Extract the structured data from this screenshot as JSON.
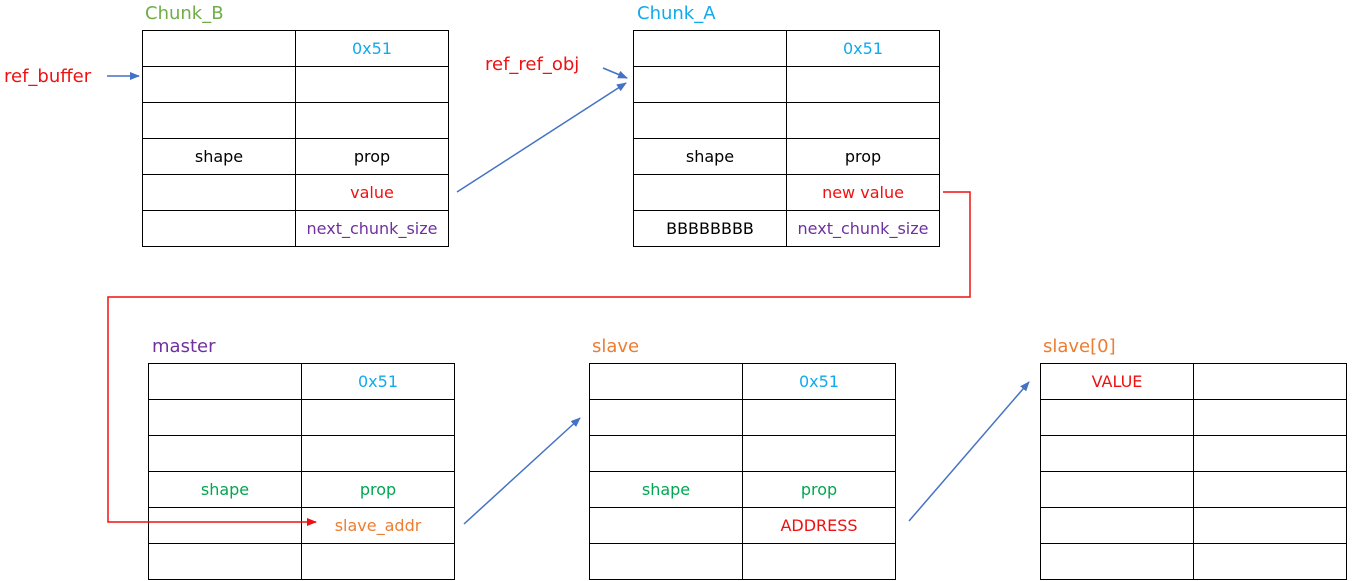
{
  "colors": {
    "black": "#000000",
    "red": "#ee1111",
    "blue": "#11aaee",
    "purple": "#7030a0",
    "green": "#00a651",
    "orange": "#ed7d31",
    "title_green": "#70ad47",
    "arrow_blue": "#4472c4",
    "arrow_red": "#ee1111"
  },
  "labels": {
    "ref_buffer": "ref_buffer",
    "ref_ref_obj": "ref_ref_obj"
  },
  "chunks": [
    {
      "id": "chunk_b",
      "title": "Chunk_B",
      "title_color": "title_green",
      "rows": [
        [
          {
            "text": "",
            "color": "black"
          },
          {
            "text": "0x51",
            "color": "blue"
          }
        ],
        [
          {
            "text": "",
            "color": "black"
          },
          {
            "text": "",
            "color": "black"
          }
        ],
        [
          {
            "text": "",
            "color": "black"
          },
          {
            "text": "",
            "color": "black"
          }
        ],
        [
          {
            "text": "shape",
            "color": "black"
          },
          {
            "text": "prop",
            "color": "black"
          }
        ],
        [
          {
            "text": "",
            "color": "black"
          },
          {
            "text": "value",
            "color": "red"
          }
        ],
        [
          {
            "text": "",
            "color": "black"
          },
          {
            "text": "next_chunk_size",
            "color": "purple"
          }
        ]
      ]
    },
    {
      "id": "chunk_a",
      "title": "Chunk_A",
      "title_color": "blue",
      "rows": [
        [
          {
            "text": "",
            "color": "black"
          },
          {
            "text": "0x51",
            "color": "blue"
          }
        ],
        [
          {
            "text": "",
            "color": "black"
          },
          {
            "text": "",
            "color": "black"
          }
        ],
        [
          {
            "text": "",
            "color": "black"
          },
          {
            "text": "",
            "color": "black"
          }
        ],
        [
          {
            "text": "shape",
            "color": "black"
          },
          {
            "text": "prop",
            "color": "black"
          }
        ],
        [
          {
            "text": "",
            "color": "black"
          },
          {
            "text": "new value",
            "color": "red"
          }
        ],
        [
          {
            "text": "BBBBBBBB",
            "color": "black"
          },
          {
            "text": "next_chunk_size",
            "color": "purple"
          }
        ]
      ]
    },
    {
      "id": "master",
      "title": "master",
      "title_color": "purple",
      "rows": [
        [
          {
            "text": "",
            "color": "black"
          },
          {
            "text": "0x51",
            "color": "blue"
          }
        ],
        [
          {
            "text": "",
            "color": "black"
          },
          {
            "text": "",
            "color": "black"
          }
        ],
        [
          {
            "text": "",
            "color": "black"
          },
          {
            "text": "",
            "color": "black"
          }
        ],
        [
          {
            "text": "shape",
            "color": "green"
          },
          {
            "text": "prop",
            "color": "green"
          }
        ],
        [
          {
            "text": "",
            "color": "black"
          },
          {
            "text": "slave_addr",
            "color": "orange"
          }
        ],
        [
          {
            "text": "",
            "color": "black"
          },
          {
            "text": "",
            "color": "black"
          }
        ]
      ]
    },
    {
      "id": "slave",
      "title": "slave",
      "title_color": "orange",
      "rows": [
        [
          {
            "text": "",
            "color": "black"
          },
          {
            "text": "0x51",
            "color": "blue"
          }
        ],
        [
          {
            "text": "",
            "color": "black"
          },
          {
            "text": "",
            "color": "black"
          }
        ],
        [
          {
            "text": "",
            "color": "black"
          },
          {
            "text": "",
            "color": "black"
          }
        ],
        [
          {
            "text": "shape",
            "color": "green"
          },
          {
            "text": "prop",
            "color": "green"
          }
        ],
        [
          {
            "text": "",
            "color": "black"
          },
          {
            "text": "ADDRESS",
            "color": "red"
          }
        ],
        [
          {
            "text": "",
            "color": "black"
          },
          {
            "text": "",
            "color": "black"
          }
        ]
      ]
    },
    {
      "id": "slave0",
      "title": "slave[0]",
      "title_color": "orange",
      "rows": [
        [
          {
            "text": "VALUE",
            "color": "red"
          },
          {
            "text": "",
            "color": "black"
          }
        ],
        [
          {
            "text": "",
            "color": "black"
          },
          {
            "text": "",
            "color": "black"
          }
        ],
        [
          {
            "text": "",
            "color": "black"
          },
          {
            "text": "",
            "color": "black"
          }
        ],
        [
          {
            "text": "",
            "color": "black"
          },
          {
            "text": "",
            "color": "black"
          }
        ],
        [
          {
            "text": "",
            "color": "black"
          },
          {
            "text": "",
            "color": "black"
          }
        ],
        [
          {
            "text": "",
            "color": "black"
          },
          {
            "text": "",
            "color": "black"
          }
        ]
      ]
    }
  ]
}
